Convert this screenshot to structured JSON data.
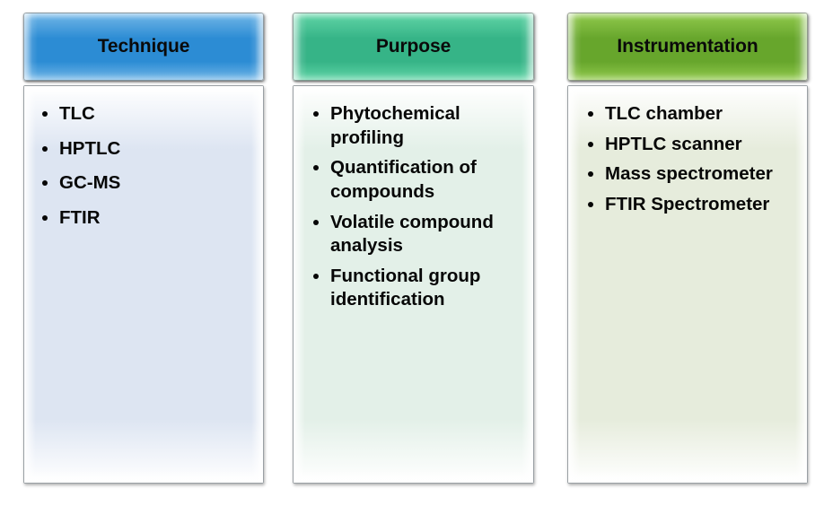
{
  "diagram": {
    "type": "three-column-comparison-table",
    "columns": [
      {
        "id": "technique",
        "header": "Technique",
        "header_color_start": "#2c8cd4",
        "header_color_end": "#74b8e8",
        "body_color": "#dde5f2",
        "items": [
          "TLC",
          "HPTLC",
          "GC-MS",
          "FTIR"
        ]
      },
      {
        "id": "purpose",
        "header": "Purpose",
        "header_color_start": "#36b487",
        "header_color_end": "#63d6a8",
        "body_color": "#e3f0e8",
        "items": [
          "Phytochemical profiling",
          "Quantification of compounds",
          "Volatile compound analysis",
          "Functional group identification"
        ]
      },
      {
        "id": "instrumentation",
        "header": "Instrumentation",
        "header_color_start": "#67a62c",
        "header_color_end": "#93cb4e",
        "body_color": "#e6ecdc",
        "items": [
          "TLC chamber",
          "HPTLC scanner",
          "Mass spectrometer",
          "FTIR Spectrometer"
        ]
      }
    ],
    "bullet_glyph": "bullet-dot-icon",
    "text_color": "#070707",
    "background_color": "#ffffff"
  }
}
